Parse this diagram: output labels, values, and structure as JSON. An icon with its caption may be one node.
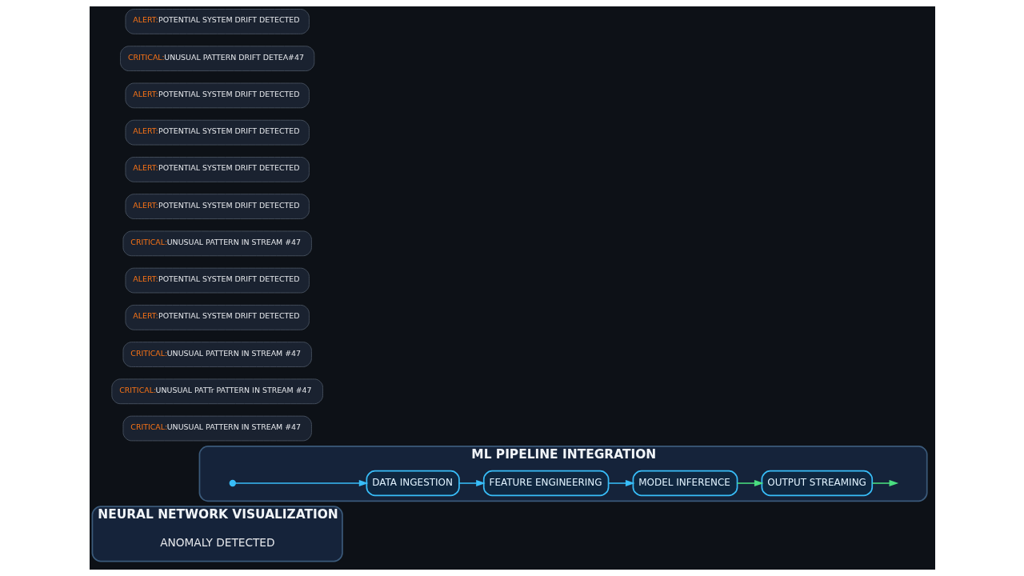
{
  "diagram": {
    "nodes": [
      {
        "text": [
          "NEURAL NETWORK VISUALIZATION"
        ]
      },
      {
        "text": [
          "ANOMALY DETECTED"
        ],
        "in": 0
      },
      {
        "text": [
          "ML PIPELINE INTEGRATION"
        ]
      },
      {
        "text": [
          "DATA INGESTION"
        ],
        "in": 2
      },
      {
        "text": [
          "FEATURE ENGINEERING"
        ],
        "in": 2
      },
      {
        "text": [
          "MODEL INFERENCE"
        ],
        "in": 2
      },
      {
        "text": [
          "OUTPUT STREAMING"
        ],
        "in": 2
      },
      {
        "text": [
          "CRITICAL:",
          "UNUSUAL PATTERN IN STREAM #47"
        ]
      },
      {
        "text": [
          "CRITICAL:",
          "UNUSUAL PATTr PATTERN IN STREAM #47"
        ]
      },
      {
        "text": [
          "CRITICAL:",
          "UNUSUAL PATTERN IN STREAM #47"
        ]
      },
      {
        "text": [
          "ALERT:",
          "POTENTIAL SYSTEM DRIFT DETECTED"
        ]
      },
      {
        "text": [
          "ALERT:",
          "POTENTIAL SYSTEM DRIFT DETECTED"
        ]
      },
      {
        "text": [
          "CRITICAL:",
          "UNUSUAL PATTERN IN STREAM #47"
        ]
      },
      {
        "text": [
          "ALERT:",
          "POTENTIAL SYSTEM DRIFT DETECTED"
        ]
      },
      {
        "text": [
          "ALERT:",
          "POTENTIAL SYSTEM DRIFT DETECTED"
        ]
      },
      {
        "text": [
          "ALERT:",
          "POTENTIAL SYSTEM DRIFT DETECTED"
        ]
      },
      {
        "text": [
          "ALERT:",
          "POTENTIAL SYSTEM DRIFT DETECTED"
        ]
      },
      {
        "text": [
          "CRITICAL:",
          "UNUSUAL PATTERN DRIFT DETEA#47"
        ]
      },
      {
        "text": [
          "ALERT:",
          "POTENTIAL SYSTEM DRIFT DETECTED"
        ]
      }
    ],
    "edges": [
      {
        "from": null,
        "to": 3,
        "arrow": "to"
      },
      {
        "from": 3,
        "to": 4,
        "arrow": "to"
      },
      {
        "from": 4,
        "to": 5,
        "arrow": "to"
      },
      {
        "from": 5,
        "to": 6,
        "arrow": "to",
        "color": "#4ade80"
      },
      {
        "from": 6,
        "to": null,
        "arrow": "to",
        "color": "#4ade80"
      }
    ]
  }
}
